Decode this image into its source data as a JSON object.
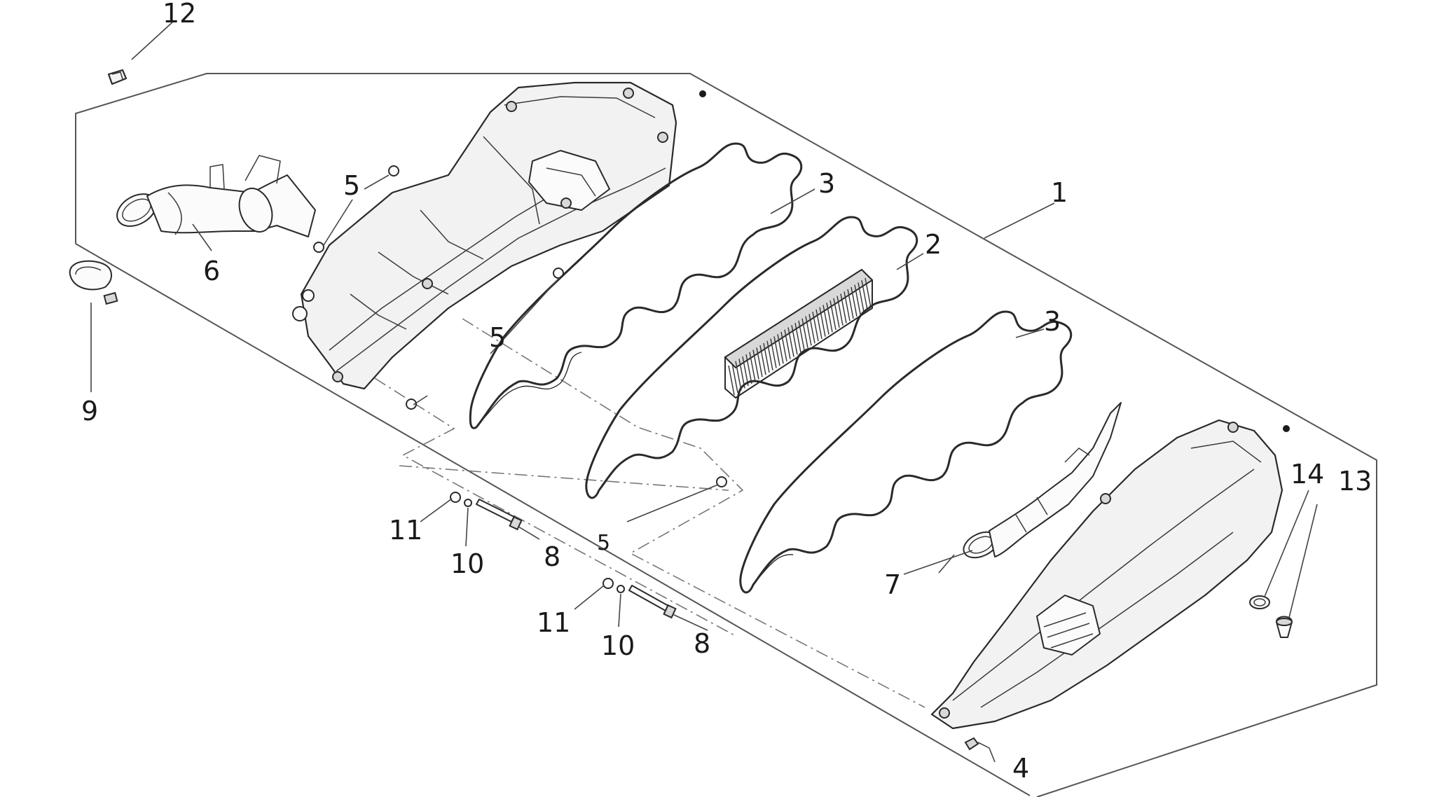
{
  "callouts": [
    {
      "id": "1",
      "text": "1"
    },
    {
      "id": "2",
      "text": "2"
    },
    {
      "id": "3a",
      "text": "3"
    },
    {
      "id": "3b",
      "text": "3"
    },
    {
      "id": "4",
      "text": "4"
    },
    {
      "id": "5a",
      "text": "5"
    },
    {
      "id": "5b",
      "text": "5"
    },
    {
      "id": "5c",
      "text": "5"
    },
    {
      "id": "6",
      "text": "6"
    },
    {
      "id": "7",
      "text": "7"
    },
    {
      "id": "8a",
      "text": "8"
    },
    {
      "id": "8b",
      "text": "8"
    },
    {
      "id": "9",
      "text": "9"
    },
    {
      "id": "10a",
      "text": "10"
    },
    {
      "id": "10b",
      "text": "10"
    },
    {
      "id": "11a",
      "text": "11"
    },
    {
      "id": "11b",
      "text": "11"
    },
    {
      "id": "12",
      "text": "12"
    },
    {
      "id": "13",
      "text": "13"
    },
    {
      "id": "14",
      "text": "14"
    }
  ],
  "colors": {
    "background": "#ffffff",
    "line": "#2a2a2a",
    "text": "#1a1a1a"
  }
}
